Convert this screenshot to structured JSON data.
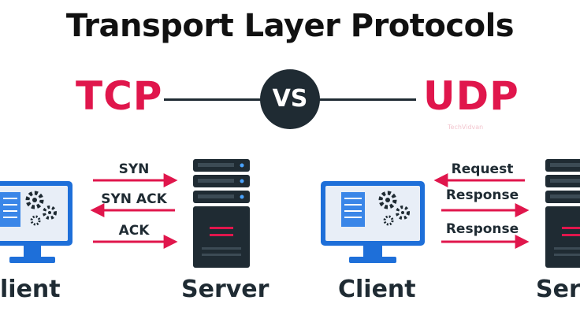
{
  "title": "Transport Layer Protocols",
  "left_protocol": "TCP",
  "right_protocol": "UDP",
  "vs_label": "VS",
  "watermark": "TechVidvan",
  "colors": {
    "accent": "#e0164c",
    "dark": "#1f2b33",
    "monitor": "#1e6fd9",
    "screen": "#e8eef7"
  },
  "tcp": {
    "client_label": "lient",
    "server_label": "Server",
    "messages": [
      "SYN",
      "SYN ACK",
      "ACK"
    ]
  },
  "udp": {
    "client_label": "Client",
    "server_label": "Serv",
    "messages": [
      "Request",
      "Response",
      "Response"
    ]
  }
}
